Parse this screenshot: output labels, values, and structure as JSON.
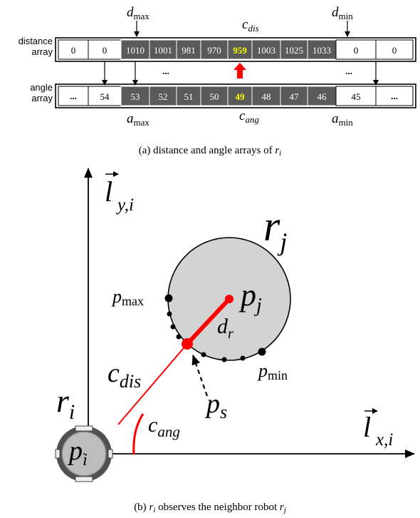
{
  "array_labels": {
    "distance": [
      "distance",
      "array"
    ],
    "angle": [
      "angle",
      "array"
    ]
  },
  "distance_array": [
    "0",
    "0",
    "1010",
    "1001",
    "981",
    "970",
    "959",
    "1003",
    "1025",
    "1033",
    "0",
    "0"
  ],
  "angle_array": [
    "...",
    "54",
    "53",
    "52",
    "51",
    "50",
    "49",
    "48",
    "47",
    "46",
    "45",
    "..."
  ],
  "gap_marks": [
    "...",
    "..."
  ],
  "top_labels": {
    "d_max": {
      "base": "d",
      "sub": "max"
    },
    "c_dis": {
      "base": "c",
      "sub": "dis"
    },
    "d_min": {
      "base": "d",
      "sub": "min"
    }
  },
  "bottom_labels": {
    "a_max": {
      "base": "a",
      "sub": "max"
    },
    "c_ang": {
      "base": "c",
      "sub": "ang"
    },
    "a_min": {
      "base": "a",
      "sub": "min"
    }
  },
  "caption_a": {
    "prefix": "(a) distance and angle arrays of ",
    "var": "r",
    "sub": "i"
  },
  "caption_b": {
    "prefix": "(b) ",
    "var1": "r",
    "sub1": "i",
    "middle": " observes the neighbor robot ",
    "var2": "r",
    "sub2": "j"
  },
  "diagram_labels": {
    "l_y": {
      "base": "l",
      "sub": "y,i"
    },
    "l_x": {
      "base": "l",
      "sub": "x,i"
    },
    "r_j": {
      "base": "r",
      "sub": "j"
    },
    "r_i": {
      "base": "r",
      "sub": "i"
    },
    "p_j": {
      "base": "p",
      "sub": "j"
    },
    "p_i": {
      "base": "p",
      "sub": "i"
    },
    "p_max": {
      "base": "p",
      "sub": "max"
    },
    "p_min": {
      "base": "p",
      "sub": "min"
    },
    "d_r": {
      "base": "d",
      "sub": "r"
    },
    "c_dis": {
      "base": "c",
      "sub": "dis"
    },
    "c_ang": {
      "base": "c",
      "sub": "ang"
    },
    "p_s": {
      "base": "p",
      "sub": "s"
    }
  },
  "colors": {
    "highlight_value": "#ffff00",
    "dark_cell": "#5a5a5a",
    "red": "#ff0000",
    "circle_fill": "#d3d3d3"
  }
}
